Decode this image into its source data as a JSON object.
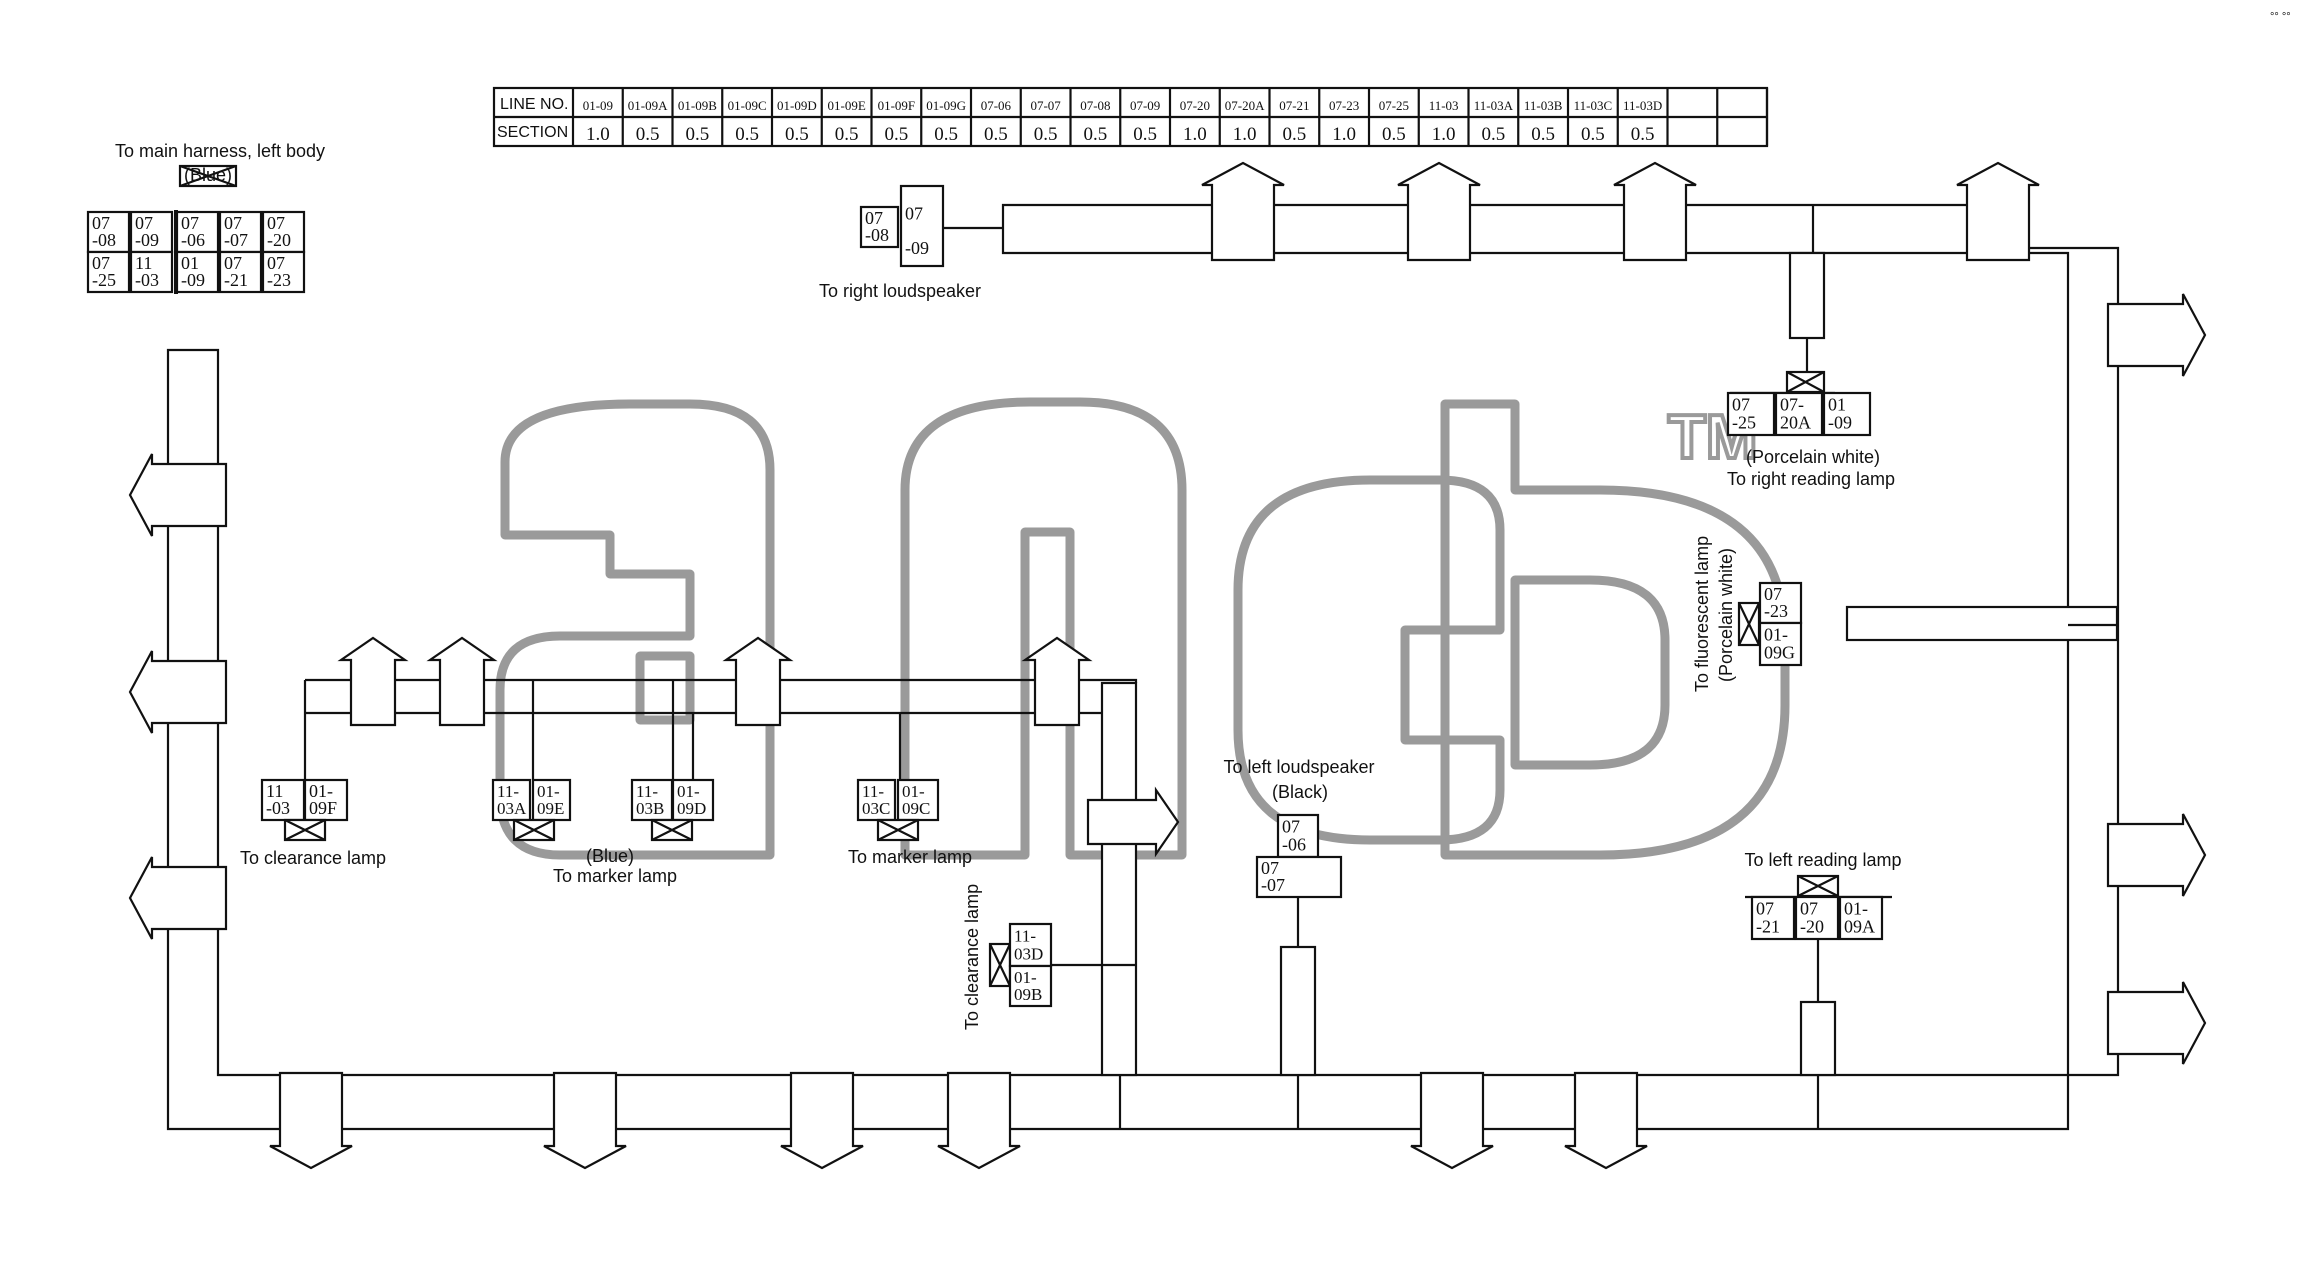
{
  "table": {
    "row1_label": "LINE NO.",
    "row2_label": "SECTION",
    "line_numbers": [
      "01-09",
      "01-09A",
      "01-09B",
      "01-09C",
      "01-09D",
      "01-09E",
      "01-09F",
      "01-09G",
      "07-06",
      "07-07",
      "07-08",
      "07-09",
      "07-20",
      "07-20A",
      "07-21",
      "07-23",
      "07-25",
      "11-03",
      "11-03A",
      "11-03B",
      "11-03C",
      "11-03D",
      "",
      ""
    ],
    "sections": [
      "1.0",
      "0.5",
      "0.5",
      "0.5",
      "0.5",
      "0.5",
      "0.5",
      "0.5",
      "0.5",
      "0.5",
      "0.5",
      "0.5",
      "1.0",
      "1.0",
      "0.5",
      "1.0",
      "0.5",
      "1.0",
      "0.5",
      "0.5",
      "0.5",
      "0.5",
      "",
      ""
    ]
  },
  "labels": {
    "main_harness": "To main harness, left body",
    "main_harness_color": "(Blue)",
    "right_loudspeaker": "To right loudspeaker",
    "porcelain_white_1": "(Porcelain white)",
    "right_reading_lamp": "To right reading lamp",
    "fluorescent_lamp": "To fluorescent lamp",
    "porcelain_white_2": "(Porcelain white)",
    "clearance_lamp_1": "To clearance lamp",
    "blue_marker": "(Blue)",
    "marker_lamp_1": "To marker lamp",
    "marker_lamp_2": "To marker lamp",
    "clearance_lamp_2": "To clearance lamp",
    "left_loudspeaker": "To left loudspeaker",
    "left_loudspeaker_color": "(Black)",
    "left_reading_lamp": "To left reading lamp",
    "trademark": "TM",
    "corner_mark": "°° °°"
  },
  "connectors": {
    "main": {
      "top": [
        [
          "07",
          "-08"
        ],
        [
          "07",
          "-09"
        ],
        [
          "07",
          "-06"
        ],
        [
          "07",
          "-07"
        ],
        [
          "07",
          "-20"
        ]
      ],
      "bottom": [
        [
          "07",
          "-25"
        ],
        [
          "11",
          "-03"
        ],
        [
          "01",
          "-09"
        ],
        [
          "07",
          "-21"
        ],
        [
          "07",
          "-23"
        ]
      ]
    },
    "right_loudspeaker": [
      [
        "07",
        "-08"
      ],
      [
        "07",
        "-09"
      ]
    ],
    "right_reading_lamp": [
      [
        "07",
        "-25"
      ],
      [
        "07-",
        "20A"
      ],
      [
        "01",
        "-09"
      ]
    ],
    "fluorescent_lamp": [
      [
        "07",
        "-23"
      ],
      [
        "01-",
        "09G"
      ]
    ],
    "clearance_lamp_1": [
      [
        "11",
        "-03"
      ],
      [
        "01-",
        "09F"
      ]
    ],
    "marker_lamp_1a": [
      [
        "11-",
        "03A"
      ],
      [
        "01-",
        "09E"
      ]
    ],
    "marker_lamp_1b": [
      [
        "11-",
        "03B"
      ],
      [
        "01-",
        "09D"
      ]
    ],
    "marker_lamp_2": [
      [
        "11-",
        "03C"
      ],
      [
        "01-",
        "09C"
      ]
    ],
    "clearance_lamp_2": [
      [
        "11-",
        "03D"
      ],
      [
        "01-",
        "09B"
      ]
    ],
    "left_loudspeaker": [
      [
        "07",
        "-06"
      ],
      [
        "07",
        "-07"
      ]
    ],
    "left_reading_lamp": [
      [
        "07",
        "-21"
      ],
      [
        "07",
        "-20"
      ],
      [
        "01-",
        "09A"
      ]
    ]
  }
}
